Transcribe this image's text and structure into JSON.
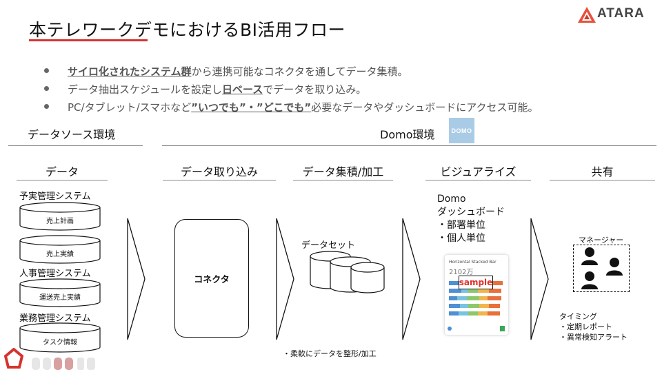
{
  "title": "本テレワークデモにおけるBI活用フロー",
  "logo": {
    "text": "ATARA"
  },
  "bullets": [
    {
      "pre": "",
      "em": "サイロ化されたシステム群",
      "post": "から連携可能なコネクタを通してデータ集積。"
    },
    {
      "pre": "データ抽出スケジュールを設定し",
      "em": "日ベース",
      "post": "でデータを取り込み。"
    },
    {
      "pre": "PC/タブレット/スマホなど",
      "em": "”いつでも”・”どこでも”",
      "post": "必要なデータやダッシュボードにアクセス可能。"
    }
  ],
  "sections": {
    "left": "データソース環境",
    "right": "Domo環境",
    "domo_badge": "DOMO"
  },
  "columns": [
    "データ",
    "データ取り込み",
    "データ集積/加工",
    "ビジュアライズ",
    "共有"
  ],
  "source_systems": [
    {
      "name": "予実管理システム",
      "tables": [
        "売上計画",
        "売上実績"
      ]
    },
    {
      "name": "人事管理システム",
      "tables": [
        "運送売上実績"
      ]
    },
    {
      "name": "業務管理システム",
      "tables": [
        "タスク情報"
      ]
    }
  ],
  "connector": "コネクタ",
  "dataset": {
    "label": "データセット",
    "note": "・柔軟にデータを整形/加工"
  },
  "visualize": {
    "lines": [
      "Domo",
      "ダッシュボード",
      "・部署単位",
      "・個人単位"
    ],
    "card_title": "Horizontal Stacked Bar",
    "card_value": "2102万",
    "sample": "sample"
  },
  "share": {
    "group_label": "マネージャー",
    "timing_lines": [
      "タイミング",
      "・定期レポート",
      "・異常検知アラート"
    ]
  },
  "colors": {
    "accent": "#d6322e",
    "domo_badge": "#a9cbe6",
    "bars": [
      "#4f8fd4",
      "#79c3e0",
      "#8cc86b",
      "#f0b64d",
      "#e8703a"
    ]
  }
}
